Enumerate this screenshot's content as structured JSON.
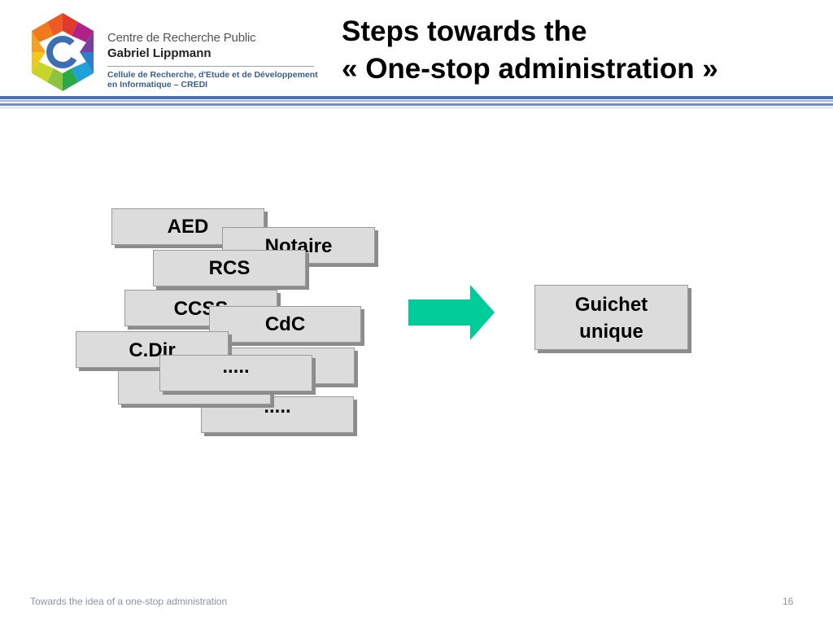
{
  "header": {
    "org_line1": "Centre de Recherche Public",
    "org_line2": "Gabriel Lippmann",
    "org_line3": "Cellule de Recherche, d'Etude et de Développement",
    "org_line4": "en Informatique – CREDI",
    "title_line1": "Steps towards the",
    "title_line2": "« One-stop administration »"
  },
  "diagram": {
    "boxes": {
      "aed": "AED",
      "notaire": "Notaire",
      "rcs": "RCS",
      "ccss": "CCSS",
      "cdc": "CdC",
      "cdir": "C.Dir",
      "dots_hidden": ".....",
      "dots_front": ".....",
      "dots_bottom": "....."
    },
    "target_line1": "Guichet",
    "target_line2": "unique"
  },
  "colors": {
    "accent_bar": "#4a72b8",
    "arrow": "#00cc99",
    "box_fill": "#dcdcdc"
  },
  "footer": {
    "text": "Towards the idea of a one-stop administration",
    "page": "16"
  }
}
